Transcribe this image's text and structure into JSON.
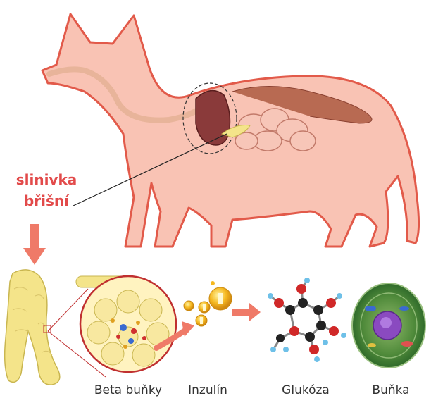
{
  "labels": {
    "organ_line1": "slinivka",
    "organ_line2": "břišní"
  },
  "captions": [
    "Beta buňky",
    "Inzulín",
    "Glukóza",
    "Buňka"
  ],
  "colors": {
    "cat_body": "#f9c3b4",
    "cat_outline": "#e25a4a",
    "label": "#e24a4a",
    "pancreas": "#f4e48a",
    "insulin": "#f5b820",
    "arrow": "#ef7a68"
  }
}
